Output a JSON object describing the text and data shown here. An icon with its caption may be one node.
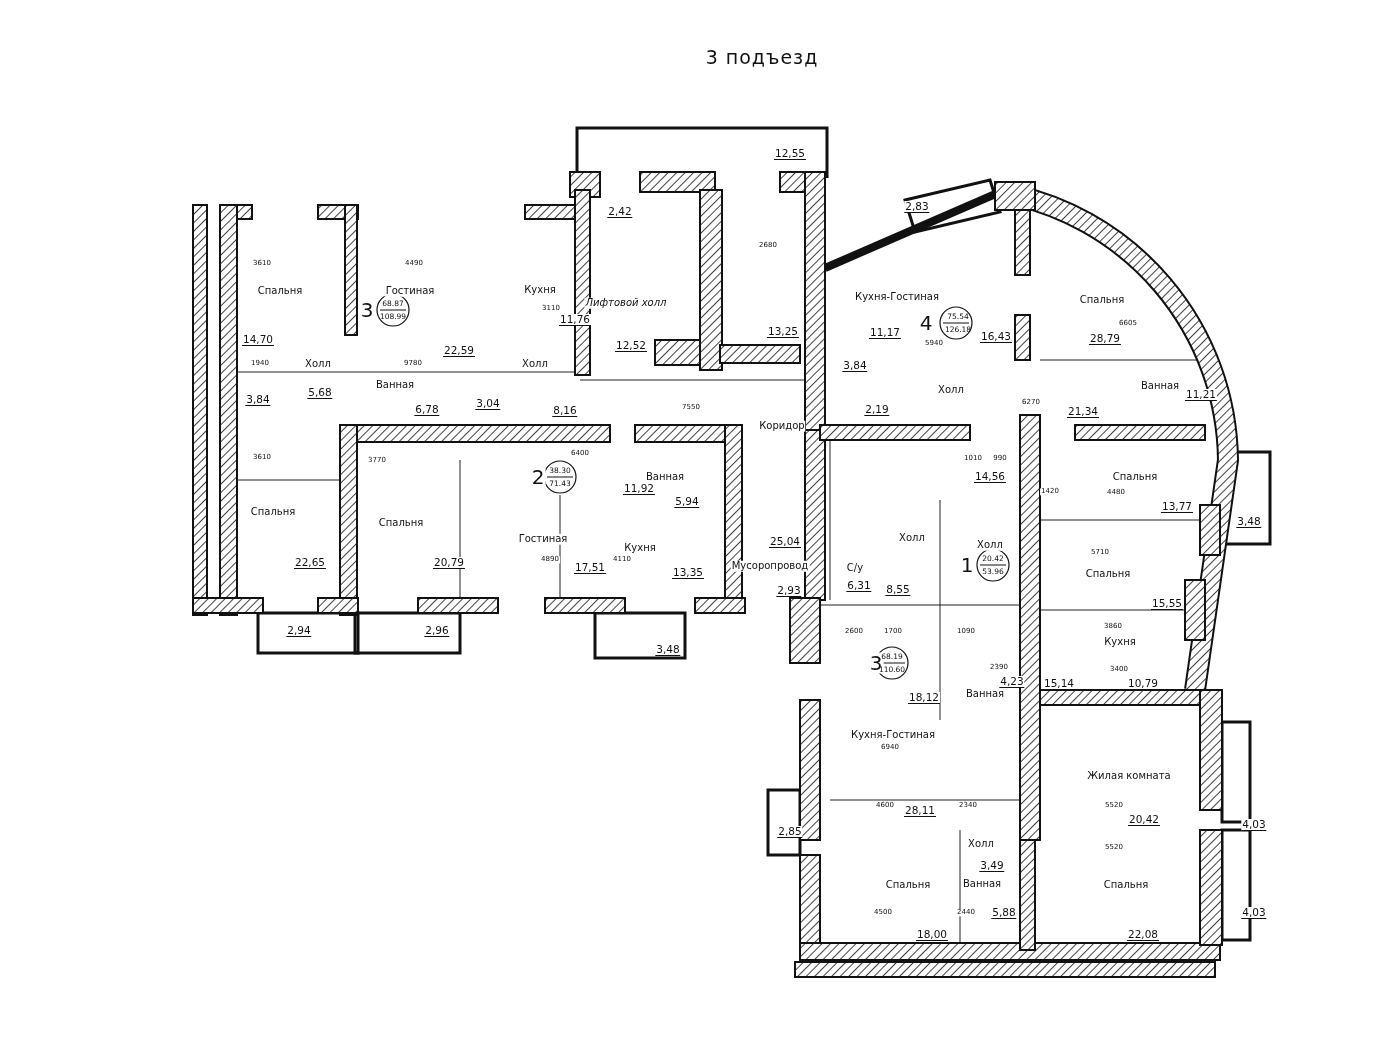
{
  "diagram": {
    "title": "3 подъезд",
    "labels": [
      "12,55",
      "2,42",
      "2,83",
      "2680",
      "3610",
      "4490",
      "Спальня",
      "Гостиная",
      "Кухня",
      "Лифтовой холл",
      "Кухня-Гостиная",
      "Спальня",
      "14,70",
      "3",
      "68.87",
      "108.99",
      "22,59",
      "3110",
      "11,76",
      "12,52",
      "13,25",
      "11,17",
      "4",
      "5940",
      "75.54",
      "126.18",
      "16,43",
      "28,79",
      "6605",
      "1940",
      "Холл",
      "9780",
      "Холл",
      "3,84",
      "3,84",
      "5,68",
      "Ванная",
      "6,78",
      "3,04",
      "8,16",
      "7550",
      "2,19",
      "Холл",
      "6270",
      "21,34",
      "Ванная",
      "11,21",
      "Коридор",
      "3610",
      "3770",
      "6400",
      "1010",
      "990",
      "2",
      "38.30",
      "71.43",
      "Ванная",
      "14,56",
      "Спальня",
      "11,92",
      "1420",
      "4480",
      "5,94",
      "13,77",
      "Спальня",
      "Спальня",
      "3,48",
      "Гостиная",
      "Кухня",
      "25,04",
      "Холл",
      "Холл",
      "22,65",
      "20,79",
      "4890",
      "17,51",
      "4110",
      "13,35",
      "Мусоропровод",
      "С/у",
      "1",
      "20.42",
      "53.96",
      "5710",
      "Спальня",
      "2,93",
      "6,31",
      "8,55",
      "15,55",
      "2,94",
      "2,96",
      "3,48",
      "2600",
      "1700",
      "1090",
      "3860",
      "Кухня",
      "3",
      "68.19",
      "110.60",
      "2390",
      "3400",
      "18,12",
      "Ванная",
      "4,23",
      "15,14",
      "10,79",
      "Кухня-Гостиная",
      "6940",
      "Жилая комната",
      "2,85",
      "4600",
      "28,11",
      "2340",
      "5520",
      "20,42",
      "4,03",
      "Холл",
      "5520",
      "3,49",
      "Спальня",
      "Ванная",
      "Спальня",
      "4500",
      "2440",
      "5,88",
      "4,03",
      "18,00",
      "22,08"
    ]
  }
}
